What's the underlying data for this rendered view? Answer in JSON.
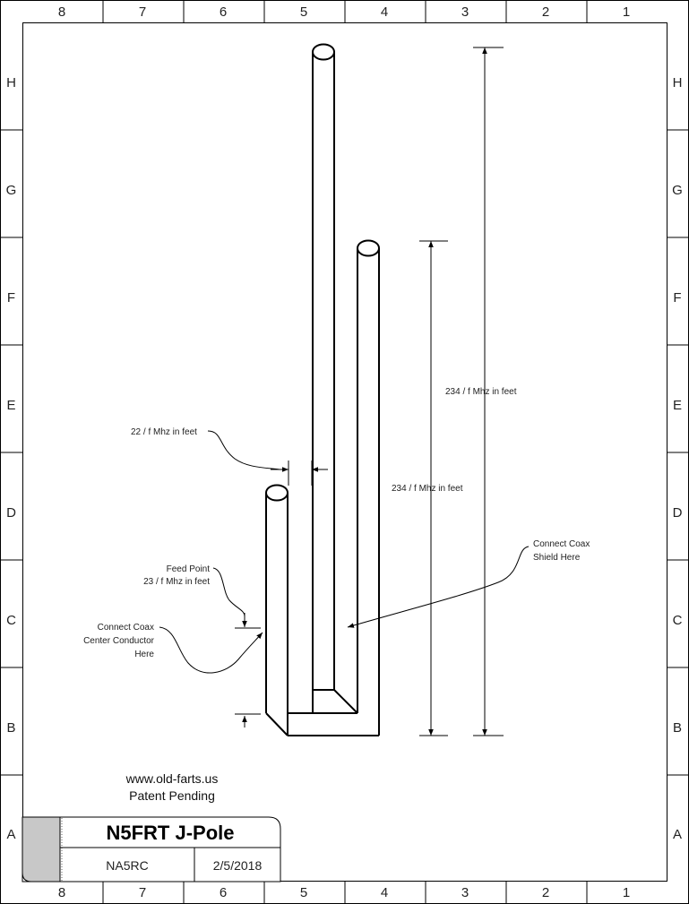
{
  "border": {
    "column_labels": [
      "8",
      "7",
      "6",
      "5",
      "4",
      "3",
      "2",
      "1"
    ],
    "row_labels": [
      "H",
      "G",
      "F",
      "E",
      "D",
      "C",
      "B",
      "A"
    ]
  },
  "annotations": {
    "gap": "22 / f Mhz in feet",
    "long_dim": "234 / f Mhz in feet",
    "short_dim": "234 / f Mhz in feet",
    "shield": [
      "Connect Coax",
      "Shield Here"
    ],
    "feed": [
      "Feed Point",
      "23 / f Mhz in feet"
    ],
    "center": [
      "Connect Coax",
      "Center Conductor",
      "Here"
    ]
  },
  "footer": {
    "website": "www.old-farts.us",
    "patent": "Patent Pending"
  },
  "title_block": {
    "title": "N5FRT J-Pole",
    "author": "NA5RC",
    "date": "2/5/2018"
  }
}
